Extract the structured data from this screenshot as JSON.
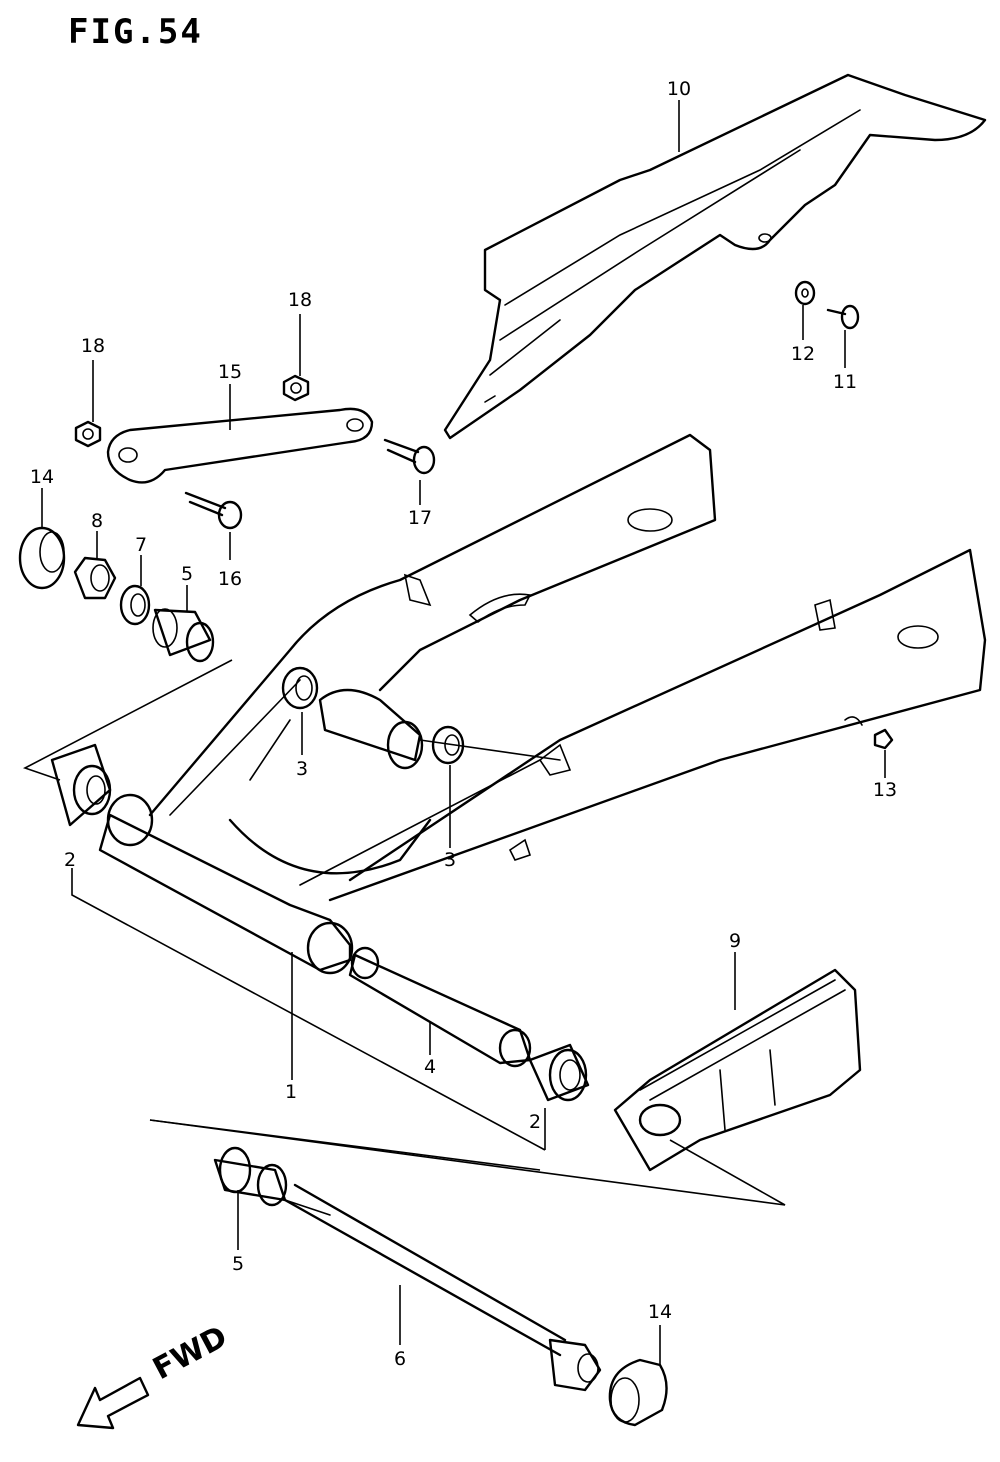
{
  "figure": {
    "title": "FIG.54",
    "direction_label": "FWD"
  },
  "callouts": [
    {
      "id": "c1",
      "text": "1"
    },
    {
      "id": "c2a",
      "text": "2"
    },
    {
      "id": "c2b",
      "text": "2"
    },
    {
      "id": "c3a",
      "text": "3"
    },
    {
      "id": "c3b",
      "text": "3"
    },
    {
      "id": "c4",
      "text": "4"
    },
    {
      "id": "c5a",
      "text": "5"
    },
    {
      "id": "c5b",
      "text": "5"
    },
    {
      "id": "c6",
      "text": "6"
    },
    {
      "id": "c7",
      "text": "7"
    },
    {
      "id": "c8",
      "text": "8"
    },
    {
      "id": "c9",
      "text": "9"
    },
    {
      "id": "c10",
      "text": "10"
    },
    {
      "id": "c11",
      "text": "11"
    },
    {
      "id": "c12",
      "text": "12"
    },
    {
      "id": "c13",
      "text": "13"
    },
    {
      "id": "c14a",
      "text": "14"
    },
    {
      "id": "c14b",
      "text": "14"
    },
    {
      "id": "c15",
      "text": "15"
    },
    {
      "id": "c16",
      "text": "16"
    },
    {
      "id": "c17",
      "text": "17"
    },
    {
      "id": "c18a",
      "text": "18"
    },
    {
      "id": "c18b",
      "text": "18"
    }
  ]
}
